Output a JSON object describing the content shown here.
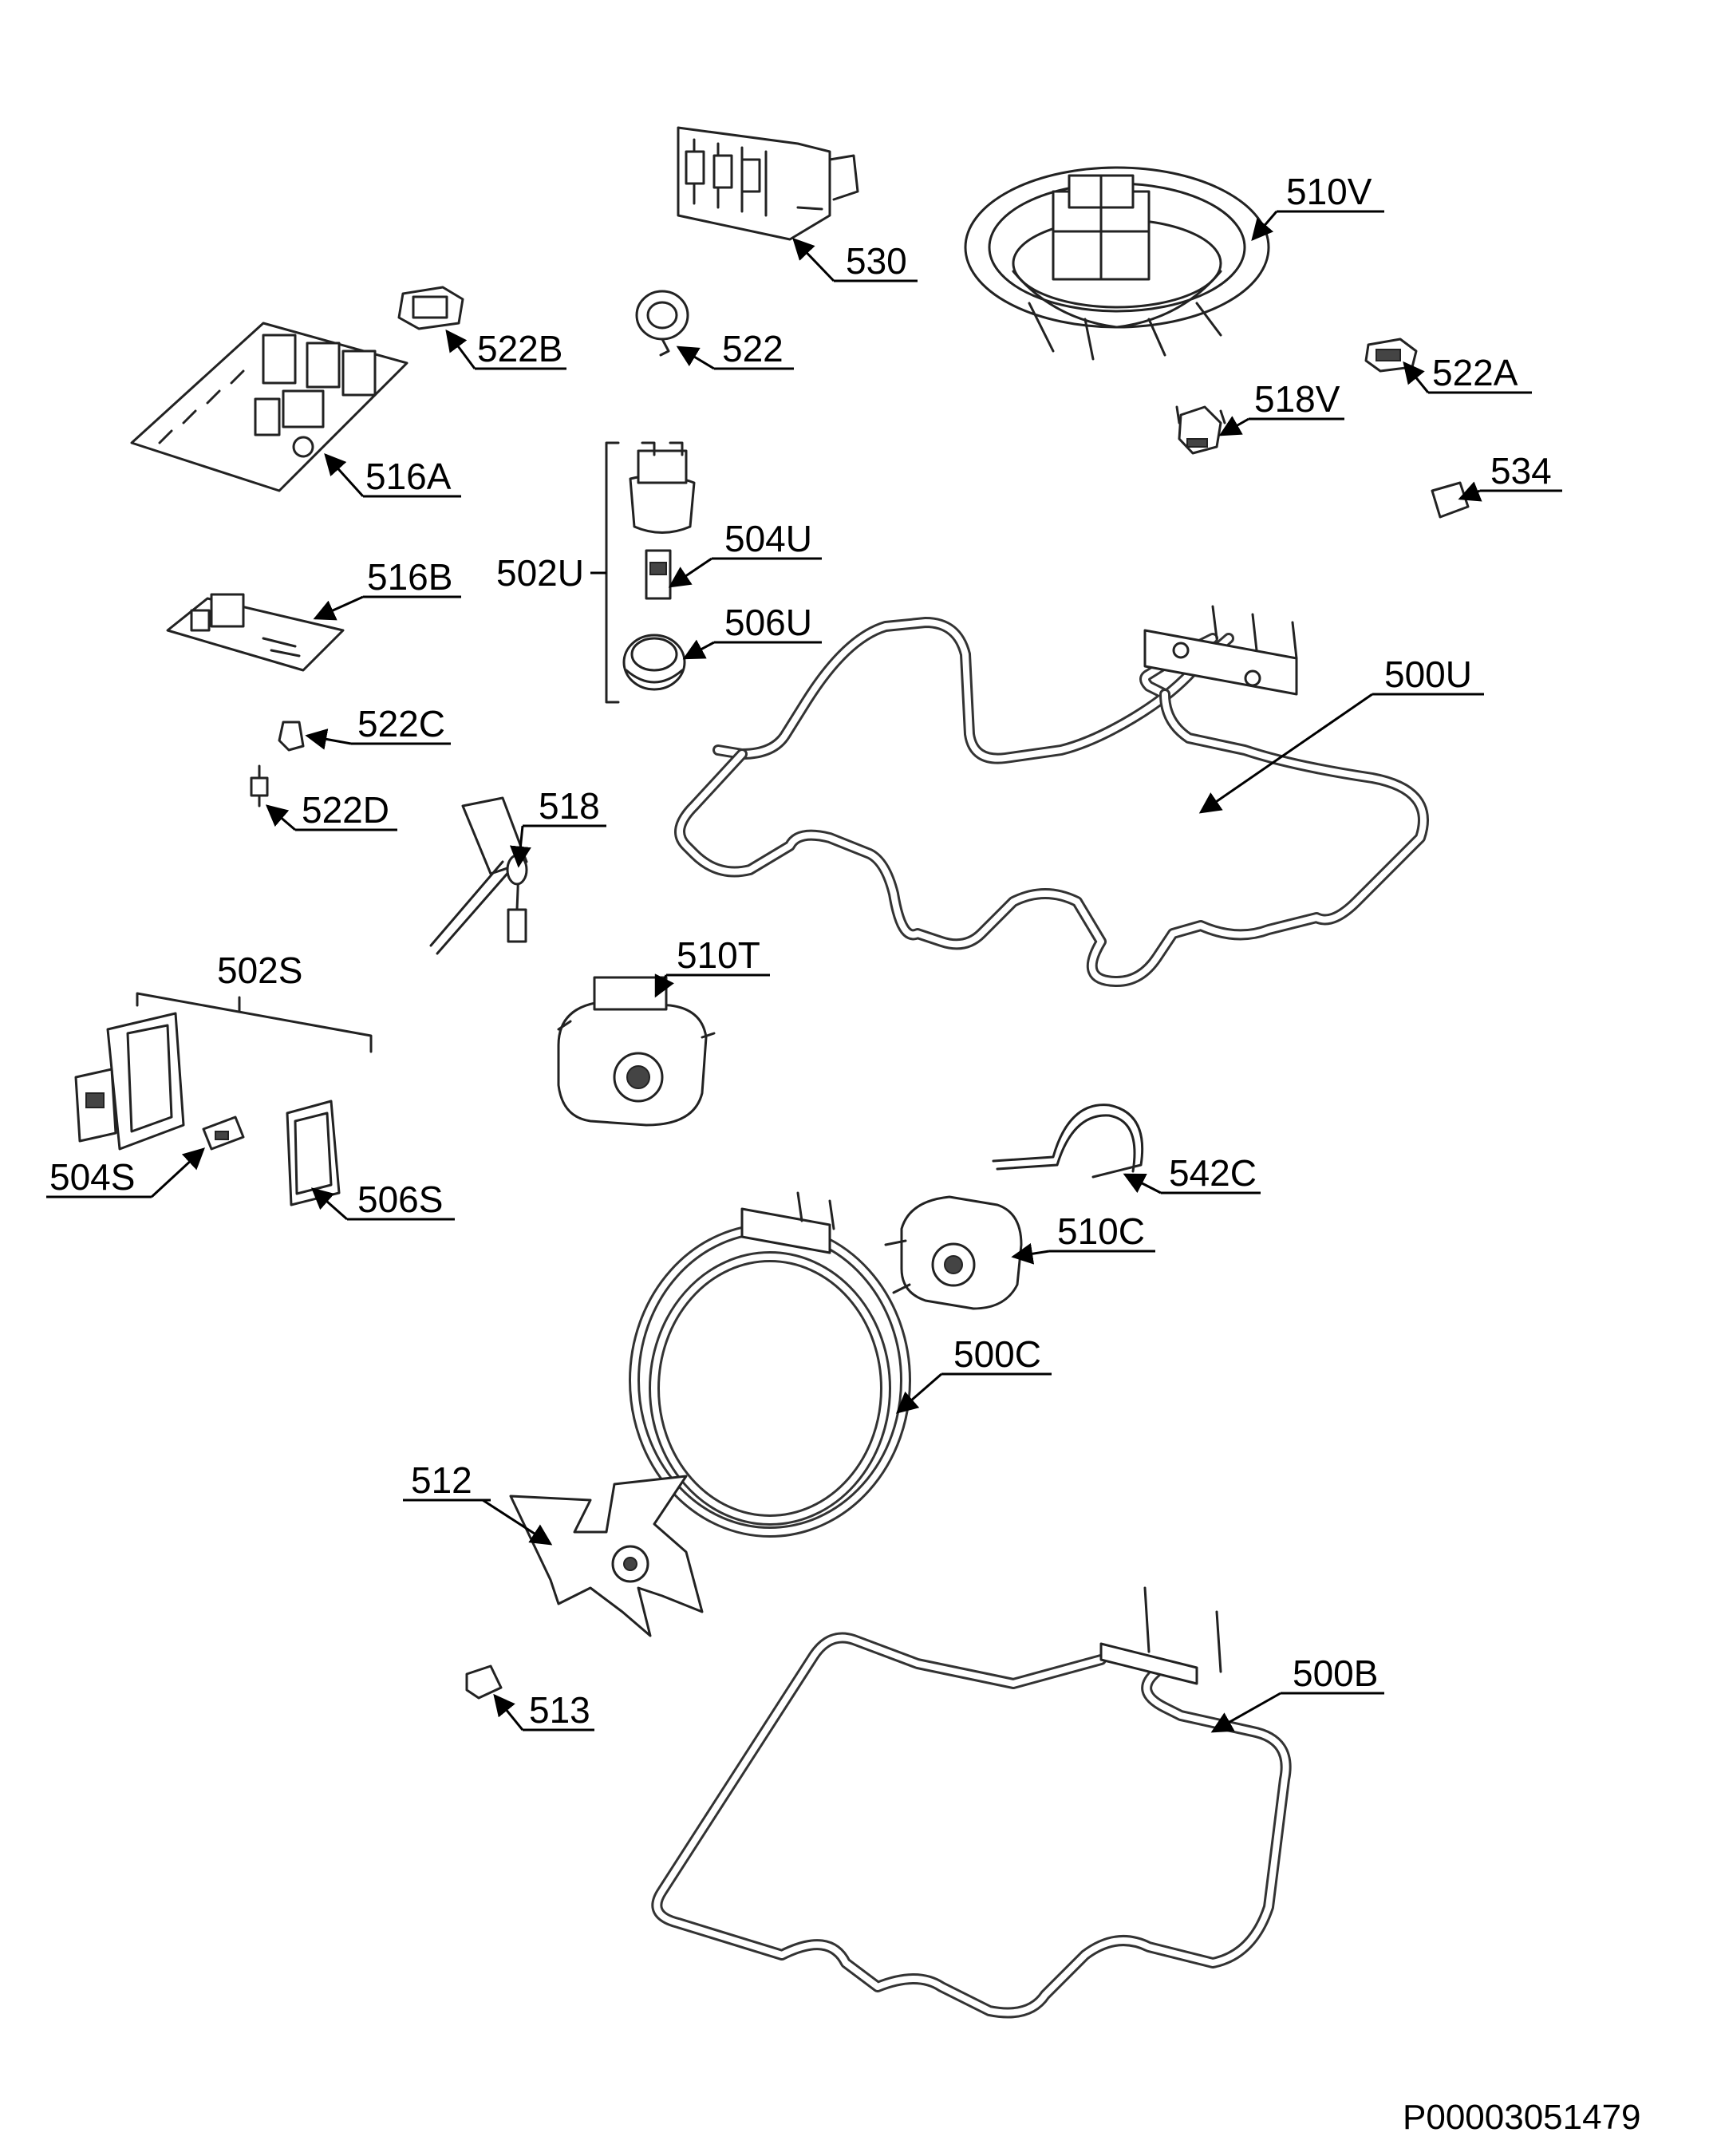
{
  "diagram": {
    "reference_code": "P00003051479",
    "callouts": {
      "c530": "530",
      "c510V": "510V",
      "c522B": "522B",
      "c522": "522",
      "c522A": "522A",
      "c518V": "518V",
      "c516A": "516A",
      "c534": "534",
      "c502U": "502U",
      "c504U": "504U",
      "c516B": "516B",
      "c506U": "506U",
      "c500U": "500U",
      "c522C": "522C",
      "c522D": "522D",
      "c518": "518",
      "c502S": "502S",
      "c510T": "510T",
      "c504S": "504S",
      "c506S": "506S",
      "c542C": "542C",
      "c510C": "510C",
      "c500C": "500C",
      "c512": "512",
      "c500B": "500B",
      "c513": "513"
    }
  }
}
